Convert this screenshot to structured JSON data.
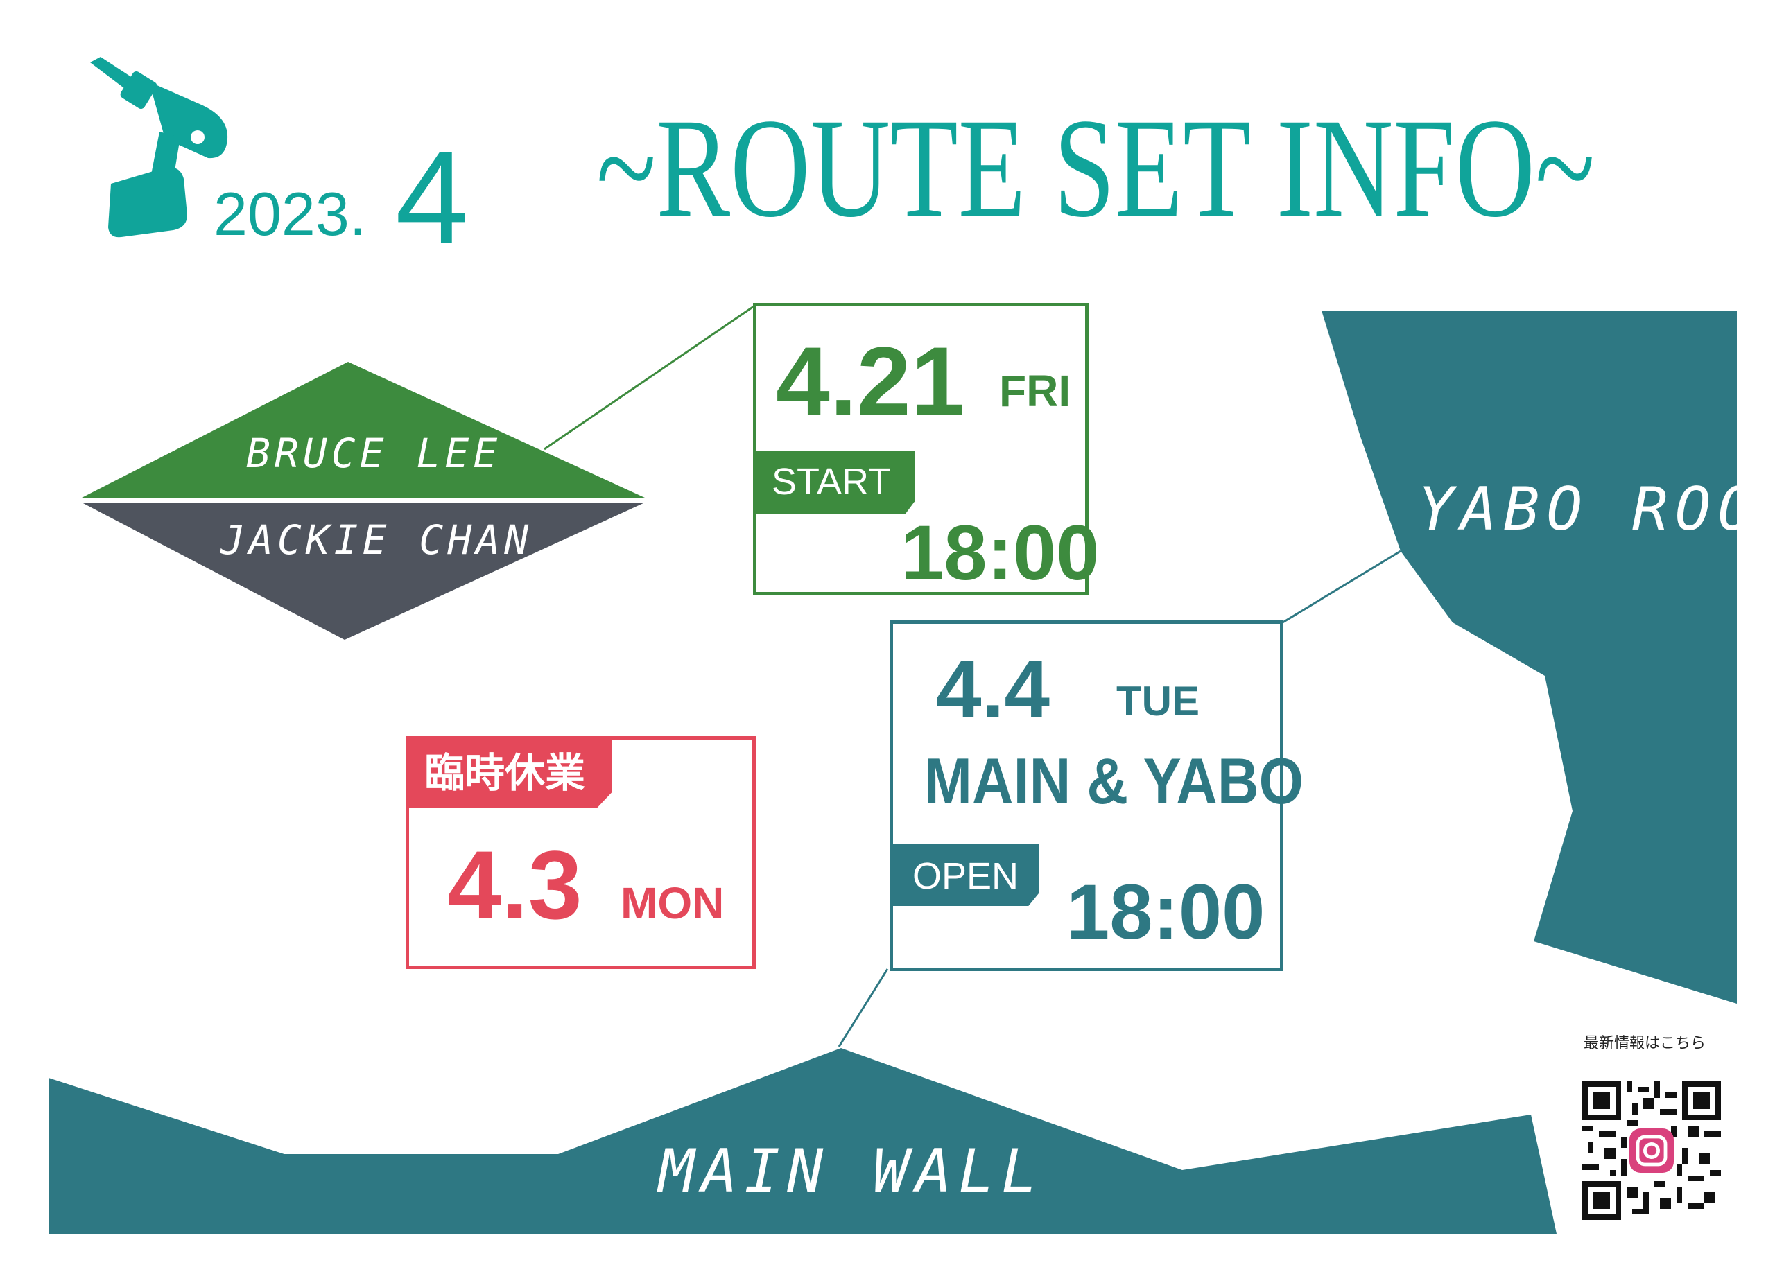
{
  "header": {
    "year": "2023.",
    "month": "4",
    "title": "~ROUTE SET INFO~"
  },
  "setters": {
    "top": "BRUCE LEE",
    "bottom": "JACKIE CHAN"
  },
  "start_card": {
    "date": "4.21",
    "day": "FRI",
    "tag": "START",
    "time": "18:00"
  },
  "open_card": {
    "date": "4.4",
    "day": "TUE",
    "walls": "MAIN & YABO",
    "tag": "OPEN",
    "time": "18:00"
  },
  "closed_card": {
    "tag": "臨時休業",
    "date": "4.3",
    "day": "MON"
  },
  "walls": {
    "roof": "YABO ROOF",
    "main": "MAIN WALL"
  },
  "qr": {
    "caption": "最新情報はこちら"
  },
  "colors": {
    "teal": "#10a49a",
    "green": "#3d8b3e",
    "wall": "#2e7883",
    "red": "#e4485a",
    "slate": "#4f545e"
  }
}
